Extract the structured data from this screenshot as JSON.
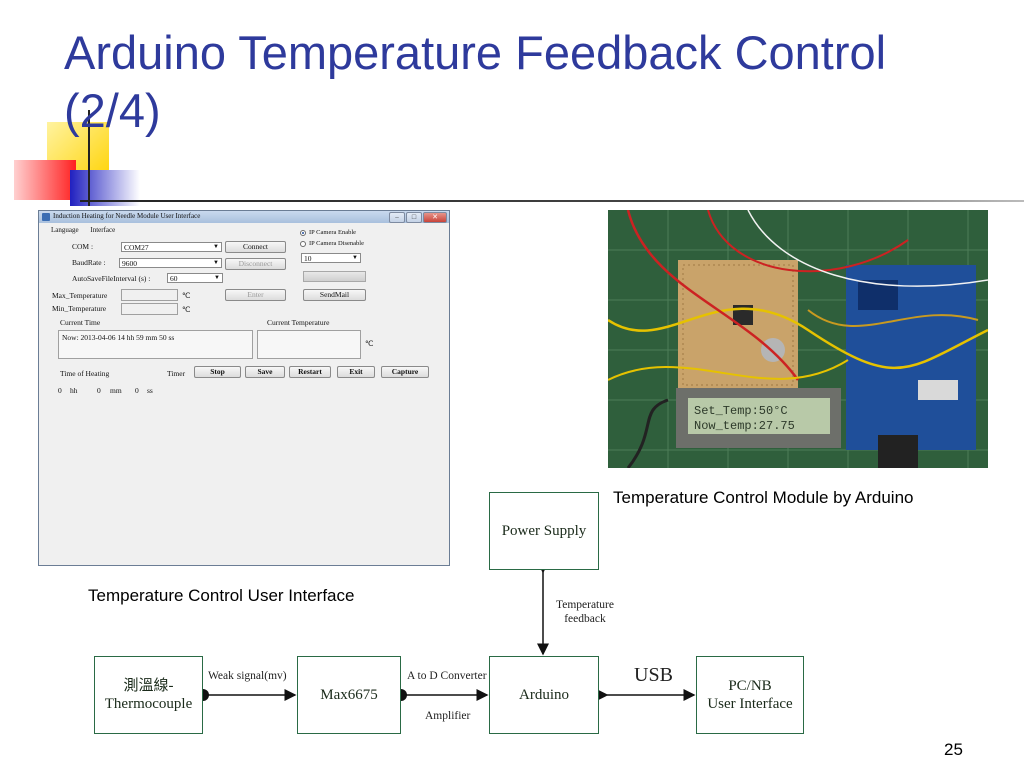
{
  "slide": {
    "title": "Arduino Temperature Feedback Control (2/4)",
    "page_number": "25"
  },
  "ui_window": {
    "title": "Induction Heating for Needle Module  User Interface",
    "menu": [
      "Language",
      "Interface"
    ],
    "com_label": "COM :",
    "com_value": "COM27",
    "baud_label": "BaudRate :",
    "baud_value": "9600",
    "autosave_label": "AutoSaveFileInterval (s) :",
    "autosave_value": "60",
    "connect_button": "Connect",
    "disconnect_button": "Disconnect",
    "camera_enable": "IP Camera Enable",
    "camera_disenable": "IP Camera Disenable",
    "camera_value": "10",
    "max_temp_label": "Max_Temperature",
    "min_temp_label": "Min_Temperature",
    "unit": "℃",
    "enter_button": "Enter",
    "sendmail_button": "SendMail",
    "current_time_label": "Current Time",
    "current_temp_label": "Current Temperature",
    "current_time_value": "Now:  2013-04-06  14 hh 59 mm 50 ss",
    "time_of_heating_label": "Time of Heating",
    "timer_label": "Timer",
    "buttons": [
      "Stop",
      "Save",
      "Restart",
      "Exit",
      "Capture"
    ],
    "heating_time": [
      "0",
      "hh",
      "0",
      "mm",
      "0",
      "ss"
    ]
  },
  "photo": {
    "lcd_line1": "Set_Temp:50°C",
    "lcd_line2": "Now_temp:27.75",
    "colors": {
      "pcb_mat": "#2f5f3c",
      "arduino": "#1f4f9a",
      "lcd": "#b8c9a8"
    }
  },
  "captions": {
    "photo": "Temperature Control Module by Arduino",
    "ui": "Temperature Control User Interface"
  },
  "diagram": {
    "thermocouple_line1": "測溫線-",
    "thermocouple_line2": "Thermocouple",
    "max6675": "Max6675",
    "arduino": "Arduino",
    "pcnb_line1": "PC/NB",
    "pcnb_line2": "User Interface",
    "power_supply": "Power Supply",
    "weak_signal": "Weak signal(mv)",
    "a_to_d": "A to D Converter",
    "amplifier": "Amplifier",
    "feedback_line1": "Temperature",
    "feedback_line2": "feedback",
    "usb": "USB",
    "colors": {
      "box_border": "#2a6a45"
    }
  }
}
